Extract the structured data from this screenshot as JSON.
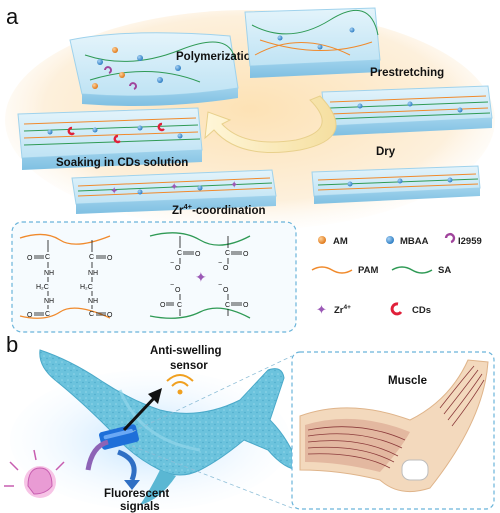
{
  "panel_a": {
    "letter": "a",
    "steps": {
      "polymerization": "Polymerization",
      "prestretching": "Prestretching",
      "dry": "Dry",
      "soaking": "Soaking in CDs solution",
      "zr_coordination_prefix": "Zr",
      "zr_coordination_sup": "4+",
      "zr_coordination_suffix": "-coordination"
    },
    "chemistry": {
      "carbon": "C",
      "oxygen": "O",
      "nitrogen_h": "NH",
      "h2c": "H₂C",
      "minus": "−"
    },
    "legend": {
      "am": "AM",
      "mbaa": "MBAA",
      "i2959": "I2959",
      "pam": "PAM",
      "sa": "SA",
      "zr_prefix": "Zr",
      "zr_sup": "4+",
      "cds": "CDs"
    },
    "colors": {
      "am": "#e8892a",
      "mbaa": "#2f7fc4",
      "i2959": "#a0449c",
      "pam": "#f08a2c",
      "sa": "#2f9a55",
      "zr": "#9b59b6",
      "cds": "#e0203a",
      "gel": "#bfe3f4",
      "background_glow": "#fde9c8"
    }
  },
  "panel_b": {
    "letter": "b",
    "anti_swelling_line1": "Anti-swelling",
    "anti_swelling_line2": "sensor",
    "fluorescent_line1": "Fluorescent",
    "fluorescent_line2": "signals",
    "muscle": "Muscle",
    "colors": {
      "fish": "#6cc3dd",
      "sensor": "#1e6fd9",
      "muscle_fiber": "#8b3a3a",
      "skin": "#f3d9bd",
      "wifi": "#f0a020"
    }
  }
}
